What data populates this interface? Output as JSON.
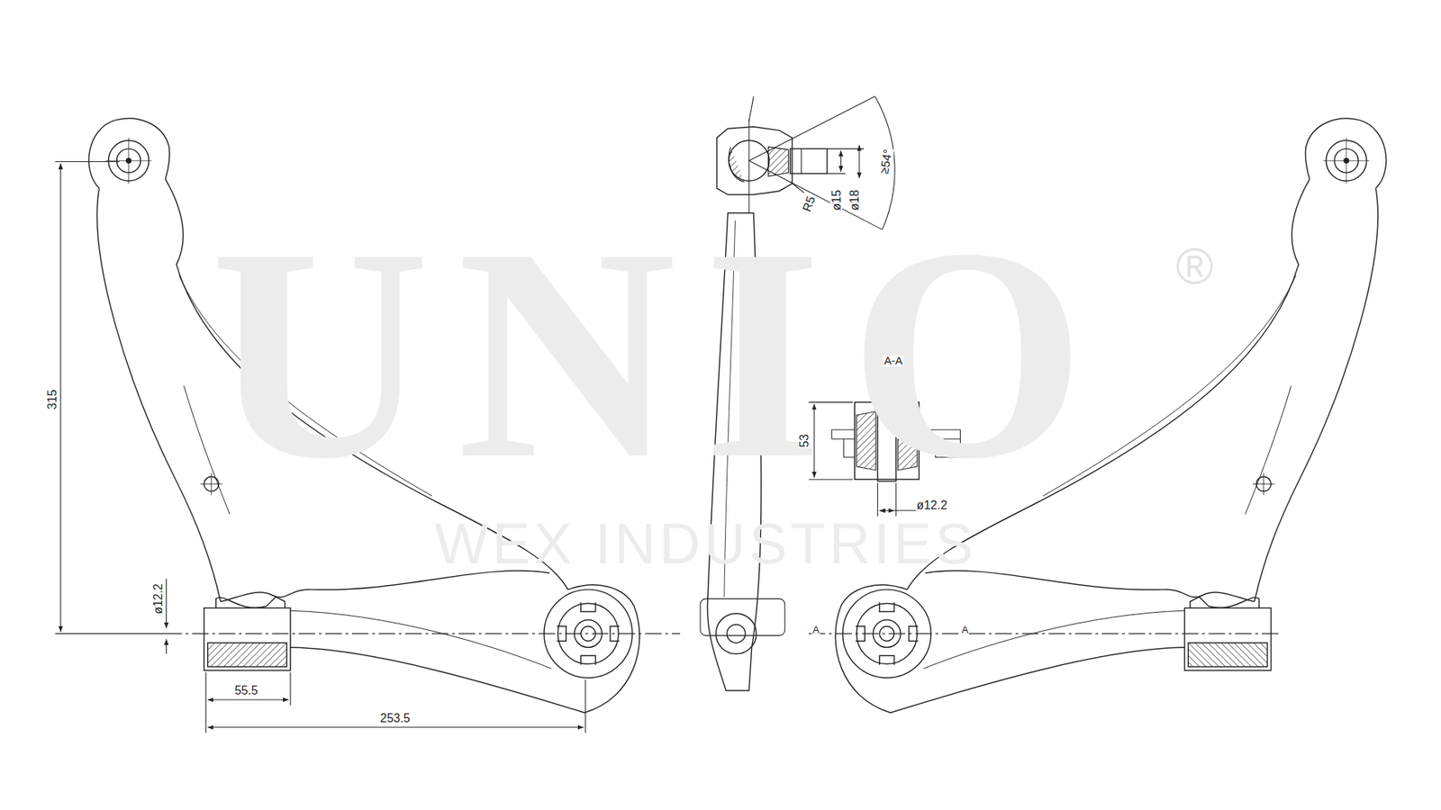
{
  "diagram": {
    "labels": [
      "UNIO",
      "®",
      "WEX INDUSTRIES",
      "315",
      "ø12.2",
      "55.5",
      "253.5",
      "R5",
      "ø15",
      "ø18",
      "≥54°",
      "A-A",
      "53",
      "ø12.2",
      "A",
      "A"
    ]
  }
}
